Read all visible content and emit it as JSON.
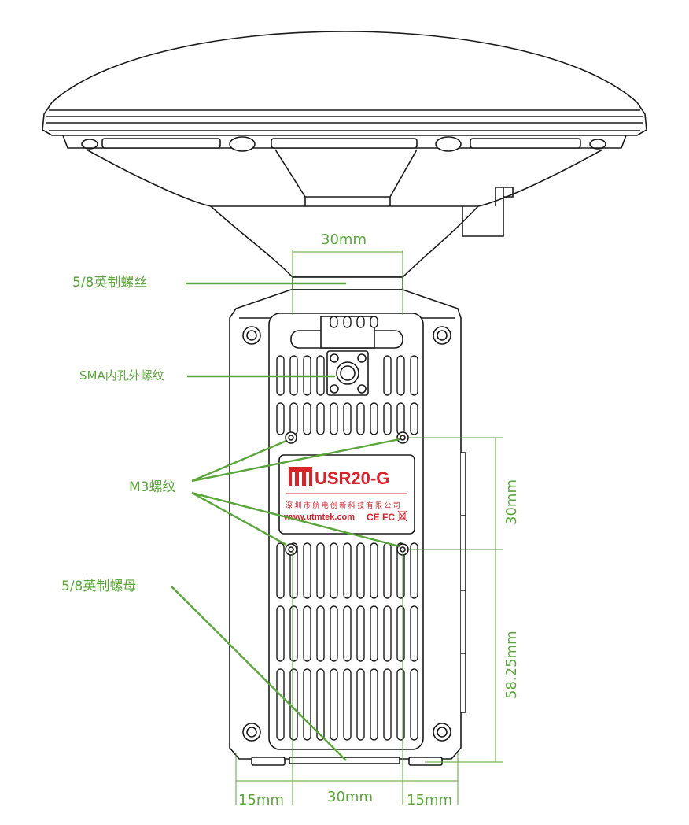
{
  "callouts": {
    "thread_top": "5/8英制螺丝",
    "sma": "SMA内孔外螺纹",
    "m3": "M3螺纹",
    "thread_bottom": "5/8英制螺母"
  },
  "dimensions": {
    "top_width": "30mm",
    "side_upper": "30mm",
    "side_lower": "58.25mm",
    "bottom_left": "15mm",
    "bottom_center": "30mm",
    "bottom_right": "15mm"
  },
  "product_label": {
    "model": "USR20-G",
    "company": "深圳市航电创新科技有限公司",
    "website": "www.utmtek.com",
    "marks": "CE FC"
  },
  "colors": {
    "annotation": "#5aa63a",
    "brand_red": "#d9232a",
    "outline": "#1a1a1a"
  }
}
